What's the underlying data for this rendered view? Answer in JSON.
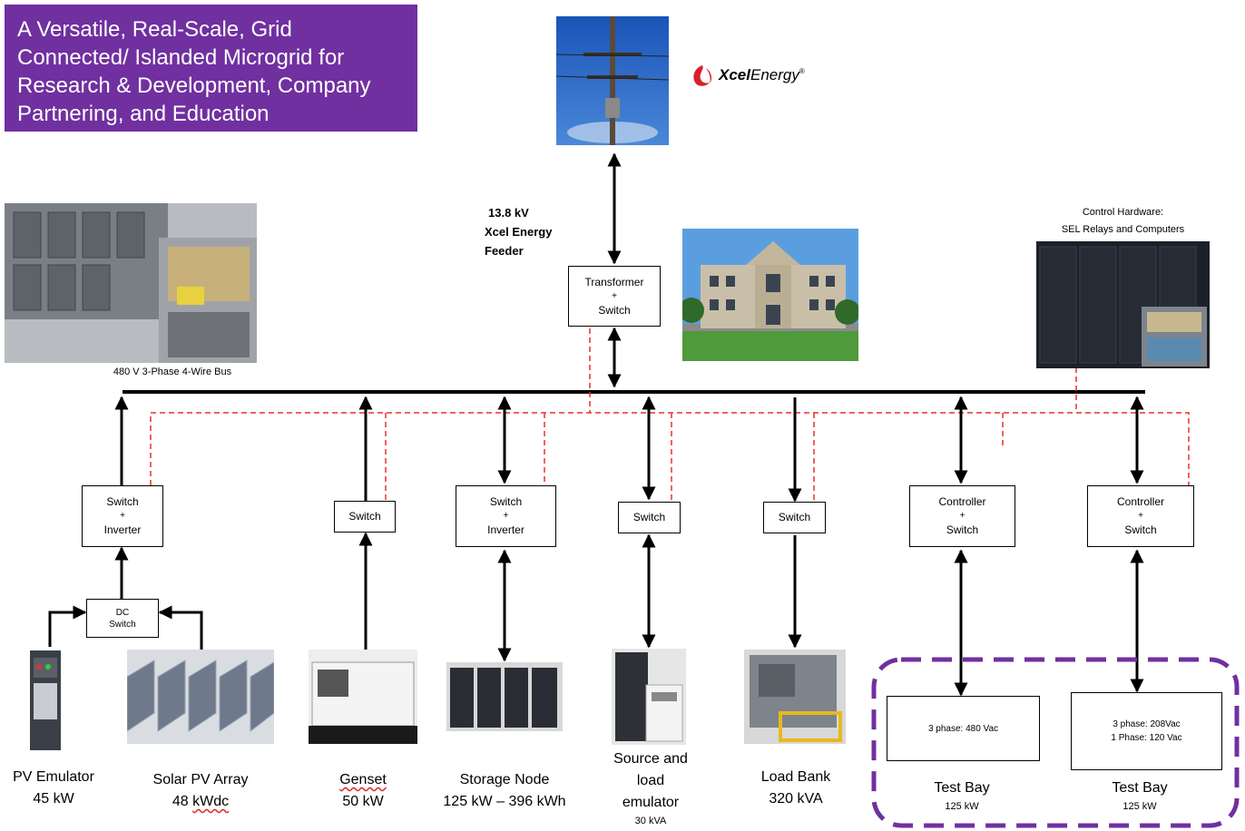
{
  "title": "A Versatile, Real-Scale, Grid Connected/ Islanded Microgrid for Research & Development, Company Partnering, and Education",
  "utility": {
    "brand_prefix": "Xcel",
    "brand_suffix": "Energy",
    "feeder_line1": "13.8 kV",
    "feeder_line2": "Xcel Energy",
    "feeder_line3": "Feeder",
    "transformer_line1": "Transformer",
    "transformer_line2": "+",
    "transformer_line3": "Switch"
  },
  "bus_label": "480 V  3-Phase 4-Wire Bus",
  "control_hardware_line1": "Control Hardware:",
  "control_hardware_line2": "SEL Relays and Computers",
  "boxes": {
    "pv_switch_line1": "Switch",
    "pv_switch_line2": "+",
    "pv_switch_line3": "Inverter",
    "dc_switch_line1": "DC",
    "dc_switch_line2": "Switch",
    "genset_switch": "Switch",
    "storage_switch_line1": "Switch",
    "storage_switch_line2": "+",
    "storage_switch_line3": "Inverter",
    "emulator_switch": "Switch",
    "loadbank_switch": "Switch",
    "controller1_line1": "Controller",
    "controller1_line2": "+",
    "controller1_line3": "Switch",
    "controller2_line1": "Controller",
    "controller2_line2": "+",
    "controller2_line3": "Switch",
    "testbay1_spec": "3 phase: 480 Vac",
    "testbay2_spec_line1": "3 phase: 208Vac",
    "testbay2_spec_line2": "1 Phase: 120 Vac"
  },
  "assets": {
    "pv_emulator_name": "PV Emulator",
    "pv_emulator_rating": "45 kW",
    "solar_name": "Solar PV Array",
    "solar_rating_value": "48 ",
    "solar_rating_unit": "kWdc",
    "genset_name": "Genset",
    "genset_rating": "50 kW",
    "storage_name": "Storage Node",
    "storage_rating": "125 kW – 396 kWh",
    "emulator_name_line1": "Source and",
    "emulator_name_line2": "load",
    "emulator_name_line3": "emulator",
    "emulator_rating": "30 kVA",
    "loadbank_name": "Load Bank",
    "loadbank_rating": "320 kVA",
    "testbay1_name": "Test Bay",
    "testbay1_rating": "125 kW",
    "testbay2_name": "Test Bay",
    "testbay2_rating": "125 kW"
  },
  "colors": {
    "title_bg": "#7030a0",
    "dashed_control": "#e8302a",
    "test_bay_border": "#7030a0"
  }
}
